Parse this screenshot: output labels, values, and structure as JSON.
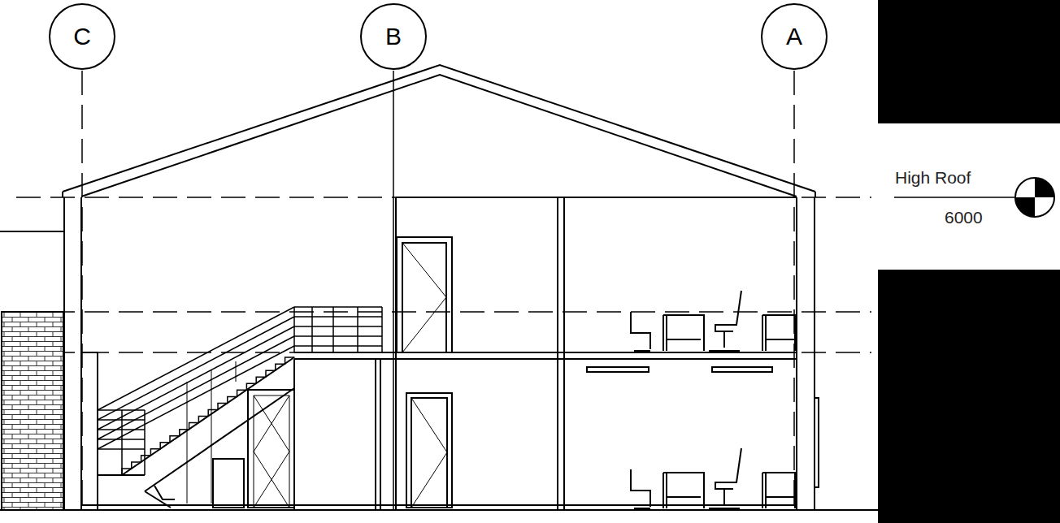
{
  "diagram": {
    "nodes": [
      {
        "text": [
          "C"
        ]
      },
      {
        "text": [
          "B"
        ]
      },
      {
        "text": [
          "A"
        ]
      }
    ],
    "labels": [
      "High Roof",
      "6000"
    ]
  }
}
